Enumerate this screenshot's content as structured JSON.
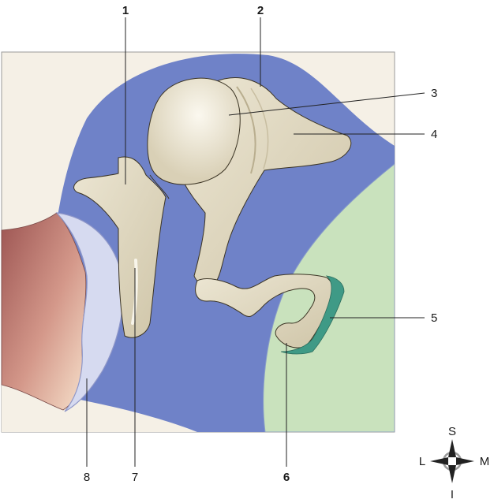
{
  "labels": {
    "l1": "1",
    "l2": "2",
    "l3": "3",
    "l4": "4",
    "l5": "5",
    "l6": "6",
    "l7": "7",
    "l8": "8"
  },
  "compass": {
    "superior": "S",
    "inferior": "I",
    "lateral": "L",
    "medial": "M"
  },
  "colors": {
    "background_panel": "#f5f0e6",
    "blue_region": "#6f82c8",
    "green_region": "#c9e2bd",
    "bone": "#e6dfc9",
    "bone_outline": "#3b3424",
    "membrane": "#d6daf0",
    "canal_dark": "#b06a6a",
    "canal_light": "#f2d8c4",
    "footplate_edge": "#3f9a86"
  }
}
